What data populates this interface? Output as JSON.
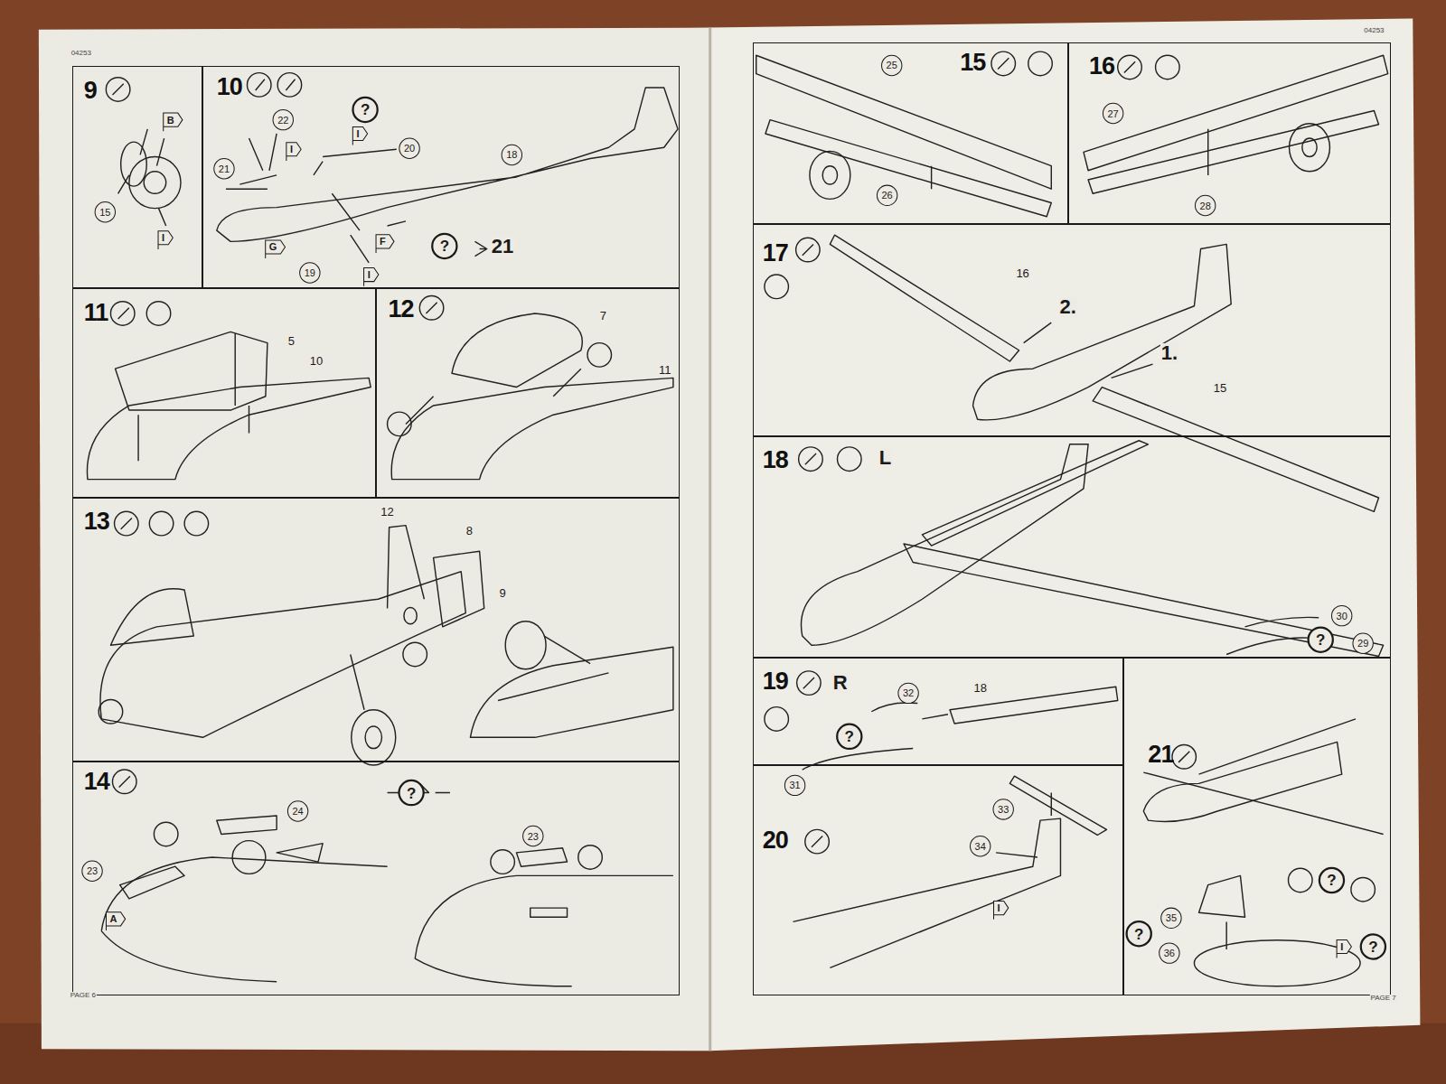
{
  "diagram": {
    "nodes": [
      {
        "text": [
          "9"
        ]
      },
      {
        "text": [
          "10"
        ]
      },
      {
        "text": [
          "11"
        ]
      },
      {
        "text": [
          "12"
        ]
      },
      {
        "text": [
          "13"
        ]
      },
      {
        "text": [
          "14"
        ]
      },
      {
        "text": [
          "15"
        ]
      },
      {
        "text": [
          "16"
        ]
      },
      {
        "text": [
          "17"
        ]
      },
      {
        "text": [
          "18"
        ]
      },
      {
        "text": [
          "19"
        ]
      },
      {
        "text": [
          "20"
        ]
      },
      {
        "text": [
          "21"
        ]
      }
    ],
    "labels": [
      "04253",
      "04253",
      "PAGE 6",
      "PAGE 7",
      "15",
      "B",
      "I",
      "?",
      "22",
      "21",
      "I",
      "I",
      "20",
      "18",
      "G",
      "F",
      "?",
      "21",
      "19",
      "I",
      "5",
      "10",
      "7",
      "11",
      "12",
      "8",
      "9",
      "23",
      "A",
      "24",
      "?",
      "23",
      "25",
      "26",
      "27",
      "28",
      "16",
      "2.",
      "1.",
      "15",
      "L",
      "30",
      "?",
      "29",
      "R",
      "32",
      "18",
      "?",
      "31",
      "33",
      "34",
      "I",
      "?",
      "?",
      "35",
      "36",
      "I",
      "?"
    ]
  }
}
